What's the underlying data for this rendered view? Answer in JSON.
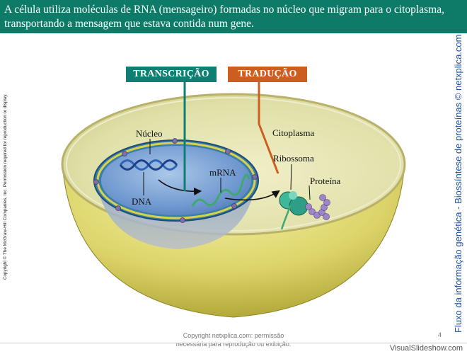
{
  "header": {
    "text": "A célula utiliza moléculas de RNA (mensageiro) formadas no núcleo que migram para o citoplasma, transportando a mensagem que estava contida num gene."
  },
  "side": {
    "copyright": "Copyright © The McGraw-Hill Companies, Inc. Permission required for reproduction or display.",
    "title": "Fluxo da informação genética - Biossíntese de proteínas © netxplica.com"
  },
  "diagram": {
    "transcricao": "TRANSCRIÇÃO",
    "traducao": "TRADUÇÃO",
    "nucleo": "Núcleo",
    "citoplasma": "Citoplasma",
    "dna": "DNA",
    "mrna": "mRNA",
    "ribossoma": "Ribossoma",
    "proteina": "Proteína"
  },
  "footer": {
    "copyright_line1": "Copyright netxplica.com: permissão",
    "copyright_line2": "necessária para reprodução ou exibição.",
    "page_number": "4",
    "watermark": "VisualSlideshow.com"
  },
  "colors": {
    "header_bg": "#0d7b68",
    "transcricao_bg": "#0f7f73",
    "traducao_bg": "#cc5f1f",
    "side_title": "#1d4fa8"
  }
}
